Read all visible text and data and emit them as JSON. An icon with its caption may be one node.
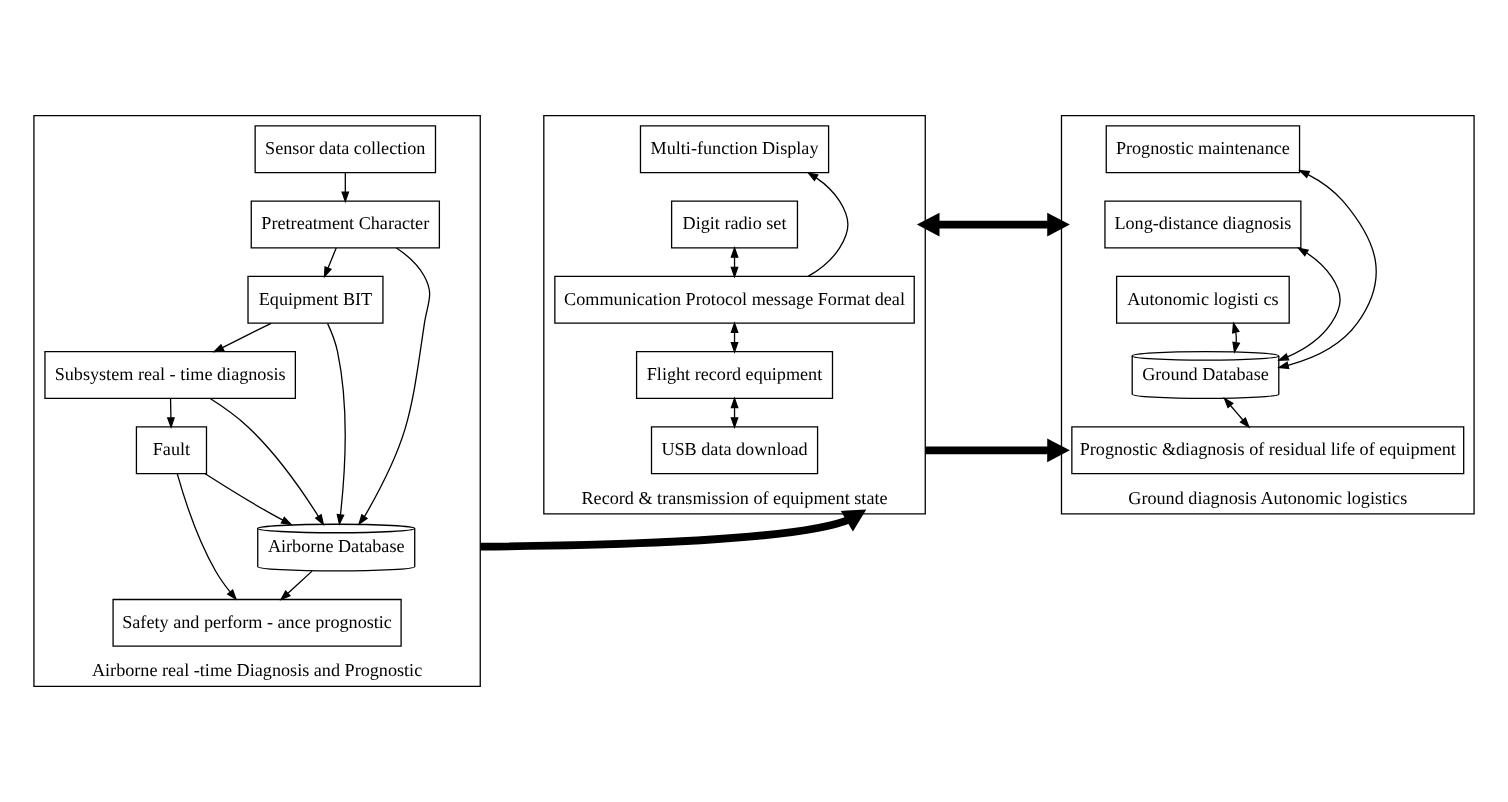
{
  "diagram": {
    "nodes": [
      {
        "text": [
          "Airborne real -time Diagnosis and Prognostic"
        ]
      },
      {
        "text": [
          "Sensor data collection"
        ],
        "in": 0
      },
      {
        "text": [
          "Pretreatment Character"
        ],
        "in": 0
      },
      {
        "text": [
          "Equipment BIT"
        ],
        "in": 0
      },
      {
        "text": [
          "Subsystem real - time diagnosis"
        ],
        "in": 0
      },
      {
        "text": [
          "Fault"
        ],
        "in": 0
      },
      {
        "text": [
          "Safety and perform - ance prognostic"
        ],
        "in": 0
      },
      {
        "text": [
          "Airborne Database"
        ],
        "in": 0
      },
      {
        "text": [
          "Record & transmission of equipment state"
        ]
      },
      {
        "text": [
          "Multi-function Display"
        ],
        "in": 8
      },
      {
        "text": [
          "Digit radio set"
        ],
        "in": 8
      },
      {
        "text": [
          "Communication Protocol message Format deal"
        ],
        "in": 8
      },
      {
        "text": [
          "Flight record equipment"
        ],
        "in": 8
      },
      {
        "text": [
          "USB data download"
        ],
        "in": 8
      },
      {
        "text": [
          "Ground diagnosis Autonomic logistics"
        ]
      },
      {
        "text": [
          "Prognostic maintenance"
        ],
        "in": 14
      },
      {
        "text": [
          "Long-distance diagnosis"
        ],
        "in": 14
      },
      {
        "text": [
          "Autonomic logisti cs"
        ],
        "in": 14
      },
      {
        "text": [
          "Ground Database"
        ],
        "in": 14
      },
      {
        "text": [
          "Prognostic &diagnosis of residual life of equipment"
        ],
        "in": 14
      }
    ],
    "edges": [
      {
        "from": 1,
        "to": 2,
        "arrow": "to"
      },
      {
        "from": 2,
        "to": 3,
        "arrow": "to"
      },
      {
        "from": 2,
        "to": 7,
        "arrow": "to"
      },
      {
        "from": 3,
        "to": 4,
        "arrow": "to"
      },
      {
        "from": 3,
        "to": 7,
        "arrow": "to"
      },
      {
        "from": 4,
        "to": 5,
        "arrow": "to"
      },
      {
        "from": 4,
        "to": 7,
        "arrow": "to"
      },
      {
        "from": 5,
        "to": 6,
        "arrow": "to"
      },
      {
        "from": 5,
        "to": 7,
        "arrow": "to"
      },
      {
        "from": 7,
        "to": 6,
        "arrow": "to"
      },
      {
        "from": 0,
        "to": 8,
        "arrow": "to",
        "style": "thick"
      },
      {
        "from": 11,
        "to": 9,
        "arrow": "to"
      },
      {
        "from": 10,
        "to": 11,
        "arrow": "both"
      },
      {
        "from": 11,
        "to": 12,
        "arrow": "both"
      },
      {
        "from": 12,
        "to": 13,
        "arrow": "both"
      },
      {
        "from": 8,
        "to": 14,
        "arrow": "both",
        "style": "thick"
      },
      {
        "from": 8,
        "to": 14,
        "arrow": "to",
        "style": "thick"
      },
      {
        "from": 18,
        "to": 15,
        "arrow": "both"
      },
      {
        "from": 18,
        "to": 16,
        "arrow": "both"
      },
      {
        "from": 18,
        "to": 17,
        "arrow": "both"
      },
      {
        "from": 18,
        "to": 19,
        "arrow": "both"
      }
    ]
  }
}
